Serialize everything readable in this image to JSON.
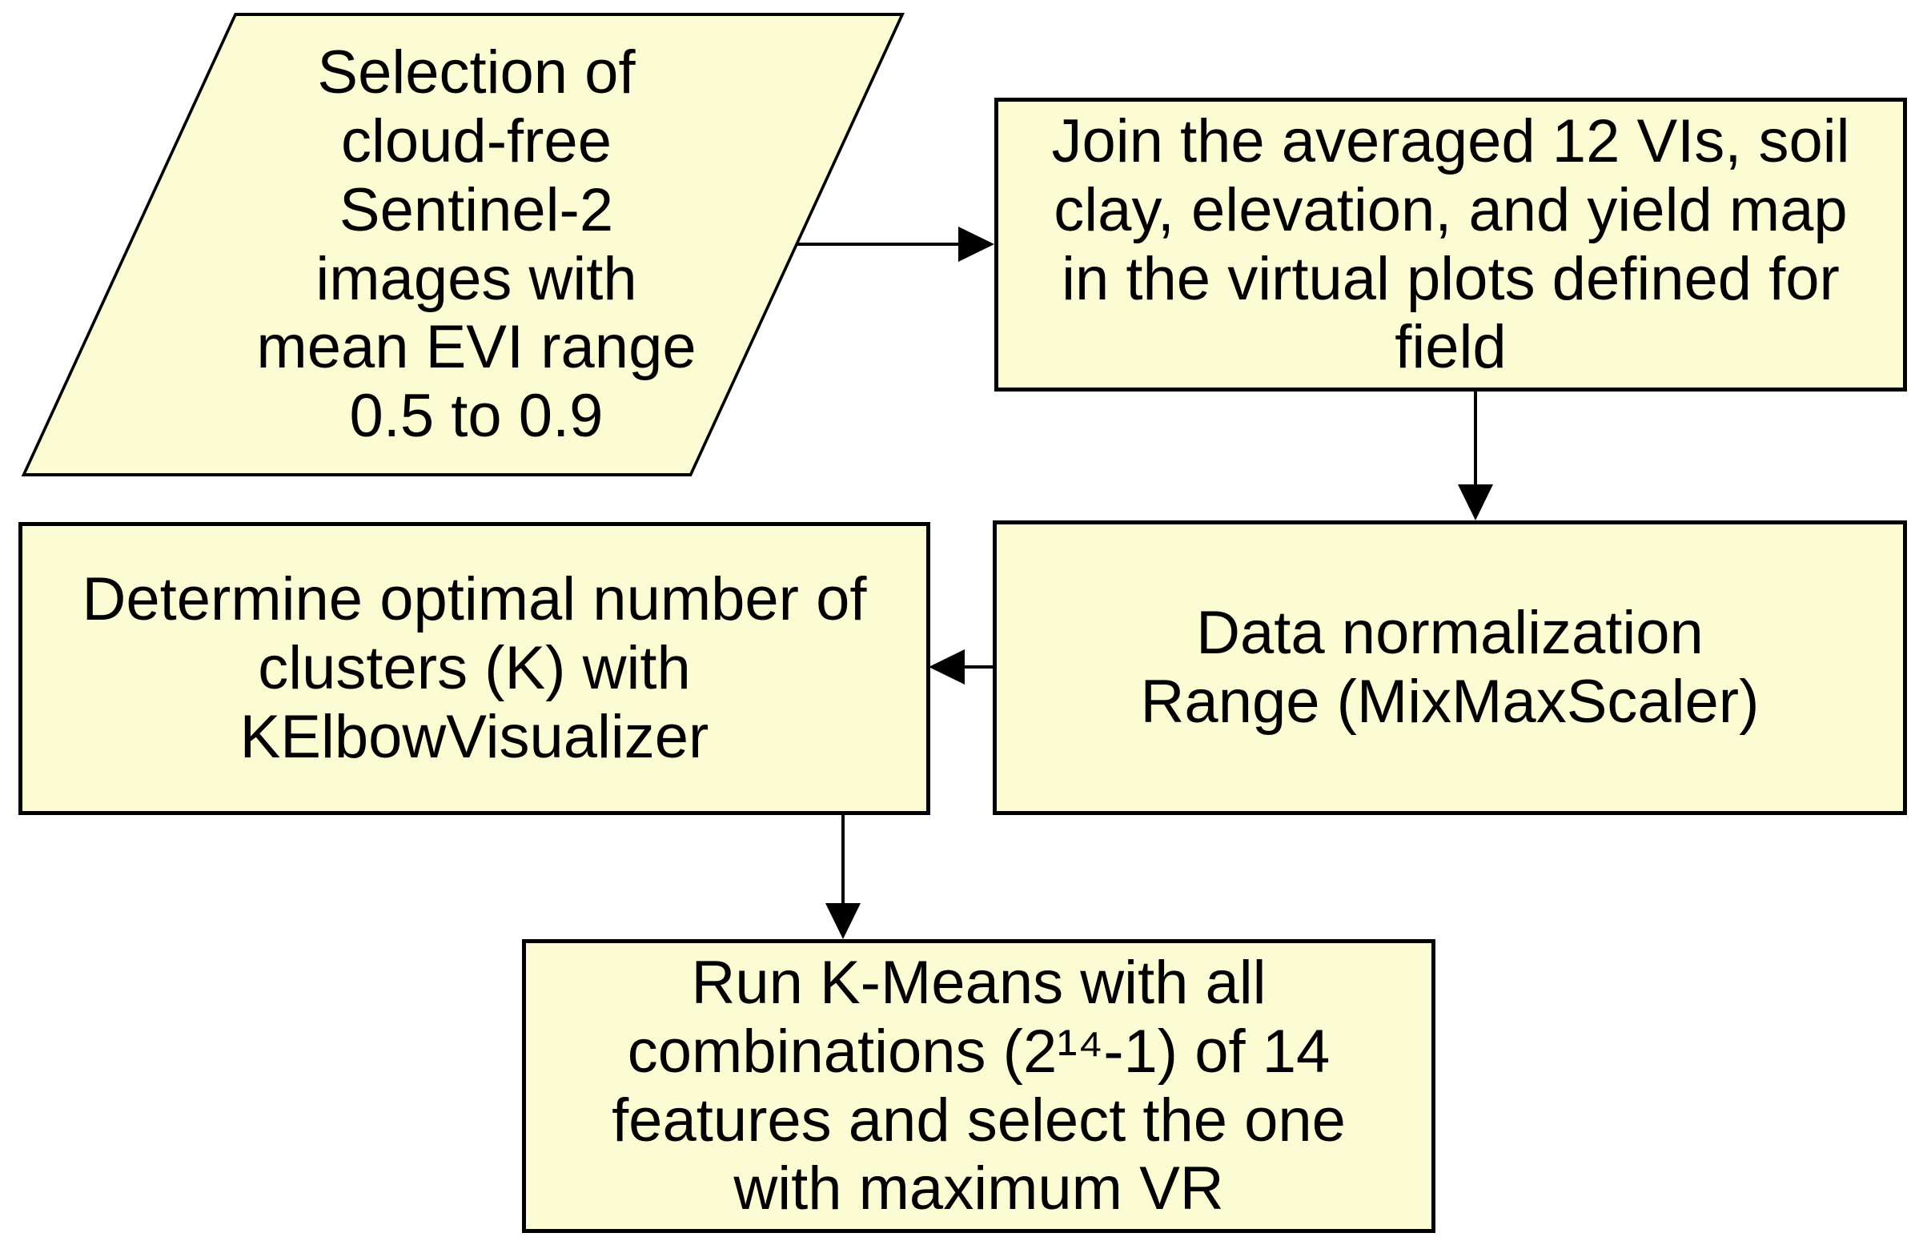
{
  "flowchart": {
    "colors": {
      "node_fill": "#FCFCD4",
      "node_border": "#000000",
      "arrow": "#000000",
      "text": "#000000",
      "background": "#FFFFFF"
    },
    "nodes": [
      {
        "id": "selection",
        "shape": "parallelogram",
        "label": "Selection of\ncloud-free\nSentinel-2\nimages with\nmean EVI range\n0.5 to 0.9"
      },
      {
        "id": "join",
        "shape": "rect",
        "label": "Join the averaged 12 VIs, soil\nclay, elevation, and yield map\nin the virtual plots defined for\nfield"
      },
      {
        "id": "normalize",
        "shape": "rect",
        "label": "Data normalization\nRange (MixMaxScaler)"
      },
      {
        "id": "determine",
        "shape": "rect",
        "label": "Determine optimal number of\nclusters (K) with\nKElbowVisualizer"
      },
      {
        "id": "run",
        "shape": "rect",
        "label": "Run K-Means with all\ncombinations (2¹⁴-1) of 14\nfeatures and select the one\nwith maximum VR"
      }
    ],
    "edges": [
      {
        "from": "selection",
        "to": "join",
        "direction": "right"
      },
      {
        "from": "join",
        "to": "normalize",
        "direction": "down"
      },
      {
        "from": "normalize",
        "to": "determine",
        "direction": "left"
      },
      {
        "from": "determine",
        "to": "run",
        "direction": "down"
      }
    ]
  }
}
